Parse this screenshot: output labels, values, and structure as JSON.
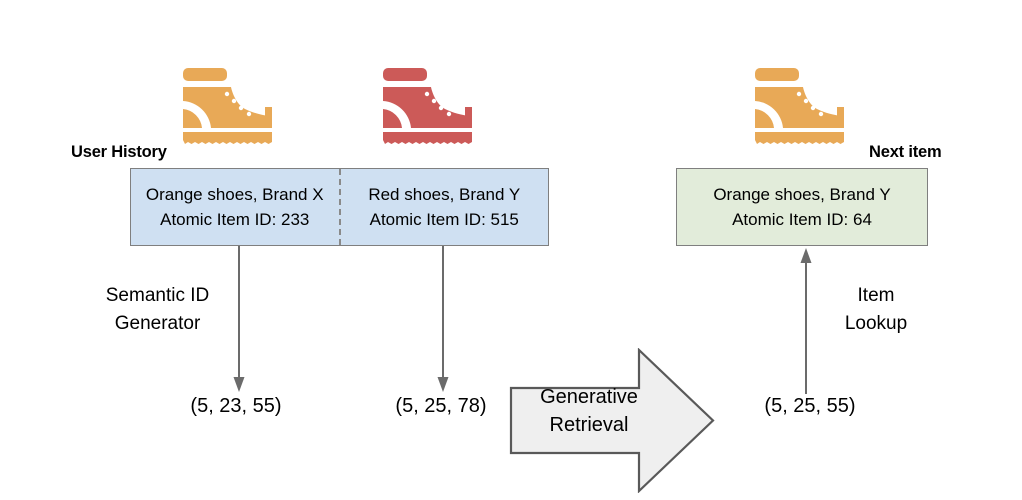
{
  "diagram": {
    "title_captions": {
      "user_history": "User History",
      "next_item": "Next item"
    },
    "user_history": {
      "items": [
        {
          "icon": "orange-shoe-icon",
          "icon_color": "#e8a957",
          "description": "Orange shoes, Brand X",
          "atomic_id_line": "Atomic Item ID: 233",
          "semantic_id": "(5, 23, 55)"
        },
        {
          "icon": "red-shoe-icon",
          "icon_color": "#cc5a58",
          "description": "Red shoes, Brand Y",
          "atomic_id_line": "Atomic Item ID: 515",
          "semantic_id": "(5, 25, 78)"
        }
      ],
      "box_fill": "#cfe0f2",
      "box_border": "#7f7f7f"
    },
    "next_item": {
      "icon": "orange-shoe-icon",
      "icon_color": "#e8a957",
      "description": "Orange shoes, Brand Y",
      "atomic_id_line": "Atomic Item ID: 64",
      "semantic_id": "(5, 25, 55)",
      "box_fill": "#e2ecda",
      "box_border": "#7f7f7f"
    },
    "processes": {
      "semantic_id_generator": "Semantic ID\nGenerator",
      "semantic_id_generator_line1": "Semantic ID",
      "semantic_id_generator_line2": "Generator",
      "item_lookup_line1": "Item",
      "item_lookup_line2": "Lookup",
      "generative_retrieval_line1": "Generative",
      "generative_retrieval_line2": "Retrieval"
    },
    "block_arrow": {
      "fill": "#efefef",
      "border": "#595959"
    },
    "connector_color": "#6b6b6b"
  }
}
